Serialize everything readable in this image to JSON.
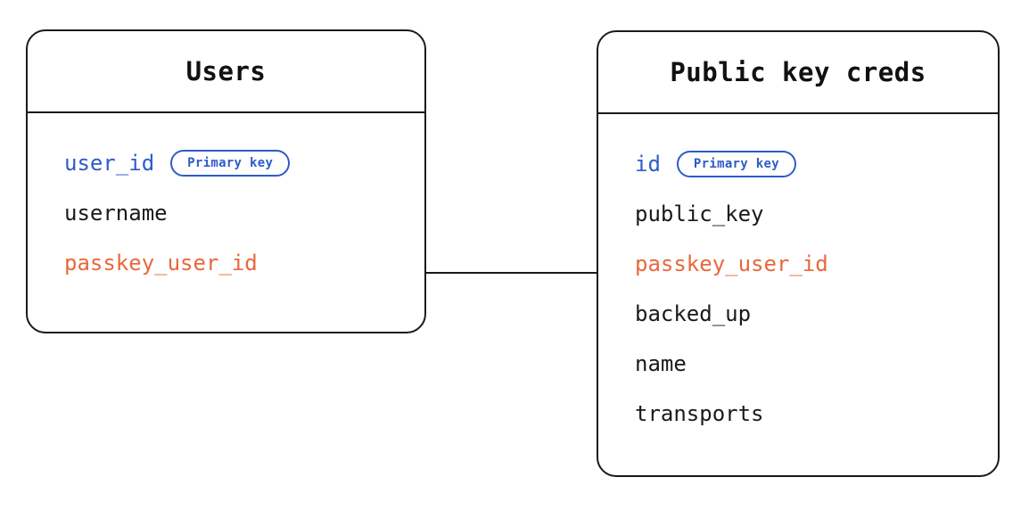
{
  "diagram": {
    "type": "entity-relationship",
    "background_color": "#ffffff",
    "colors": {
      "primary_key": "#2E5CC8",
      "foreign_key": "#E8683B",
      "text": "#1a1a1a",
      "border": "#1a1a1a"
    },
    "entities": [
      {
        "id": "users",
        "title": "Users",
        "fields": [
          {
            "name": "user_id",
            "role": "primary_key",
            "badge": "Primary key"
          },
          {
            "name": "username",
            "role": "plain",
            "badge": null
          },
          {
            "name": "passkey_user_id",
            "role": "foreign_key",
            "badge": null
          }
        ]
      },
      {
        "id": "public_key_creds",
        "title": "Public key creds",
        "fields": [
          {
            "name": "id",
            "role": "primary_key",
            "badge": "Primary key"
          },
          {
            "name": "public_key",
            "role": "plain",
            "badge": null
          },
          {
            "name": "passkey_user_id",
            "role": "foreign_key",
            "badge": null
          },
          {
            "name": "backed_up",
            "role": "plain",
            "badge": null
          },
          {
            "name": "name",
            "role": "plain",
            "badge": null
          },
          {
            "name": "transports",
            "role": "plain",
            "badge": null
          }
        ]
      }
    ],
    "relationships": [
      {
        "from_entity": "users",
        "from_field": "passkey_user_id",
        "to_entity": "public_key_creds",
        "to_field": "passkey_user_id",
        "style": "straight-line"
      }
    ]
  }
}
